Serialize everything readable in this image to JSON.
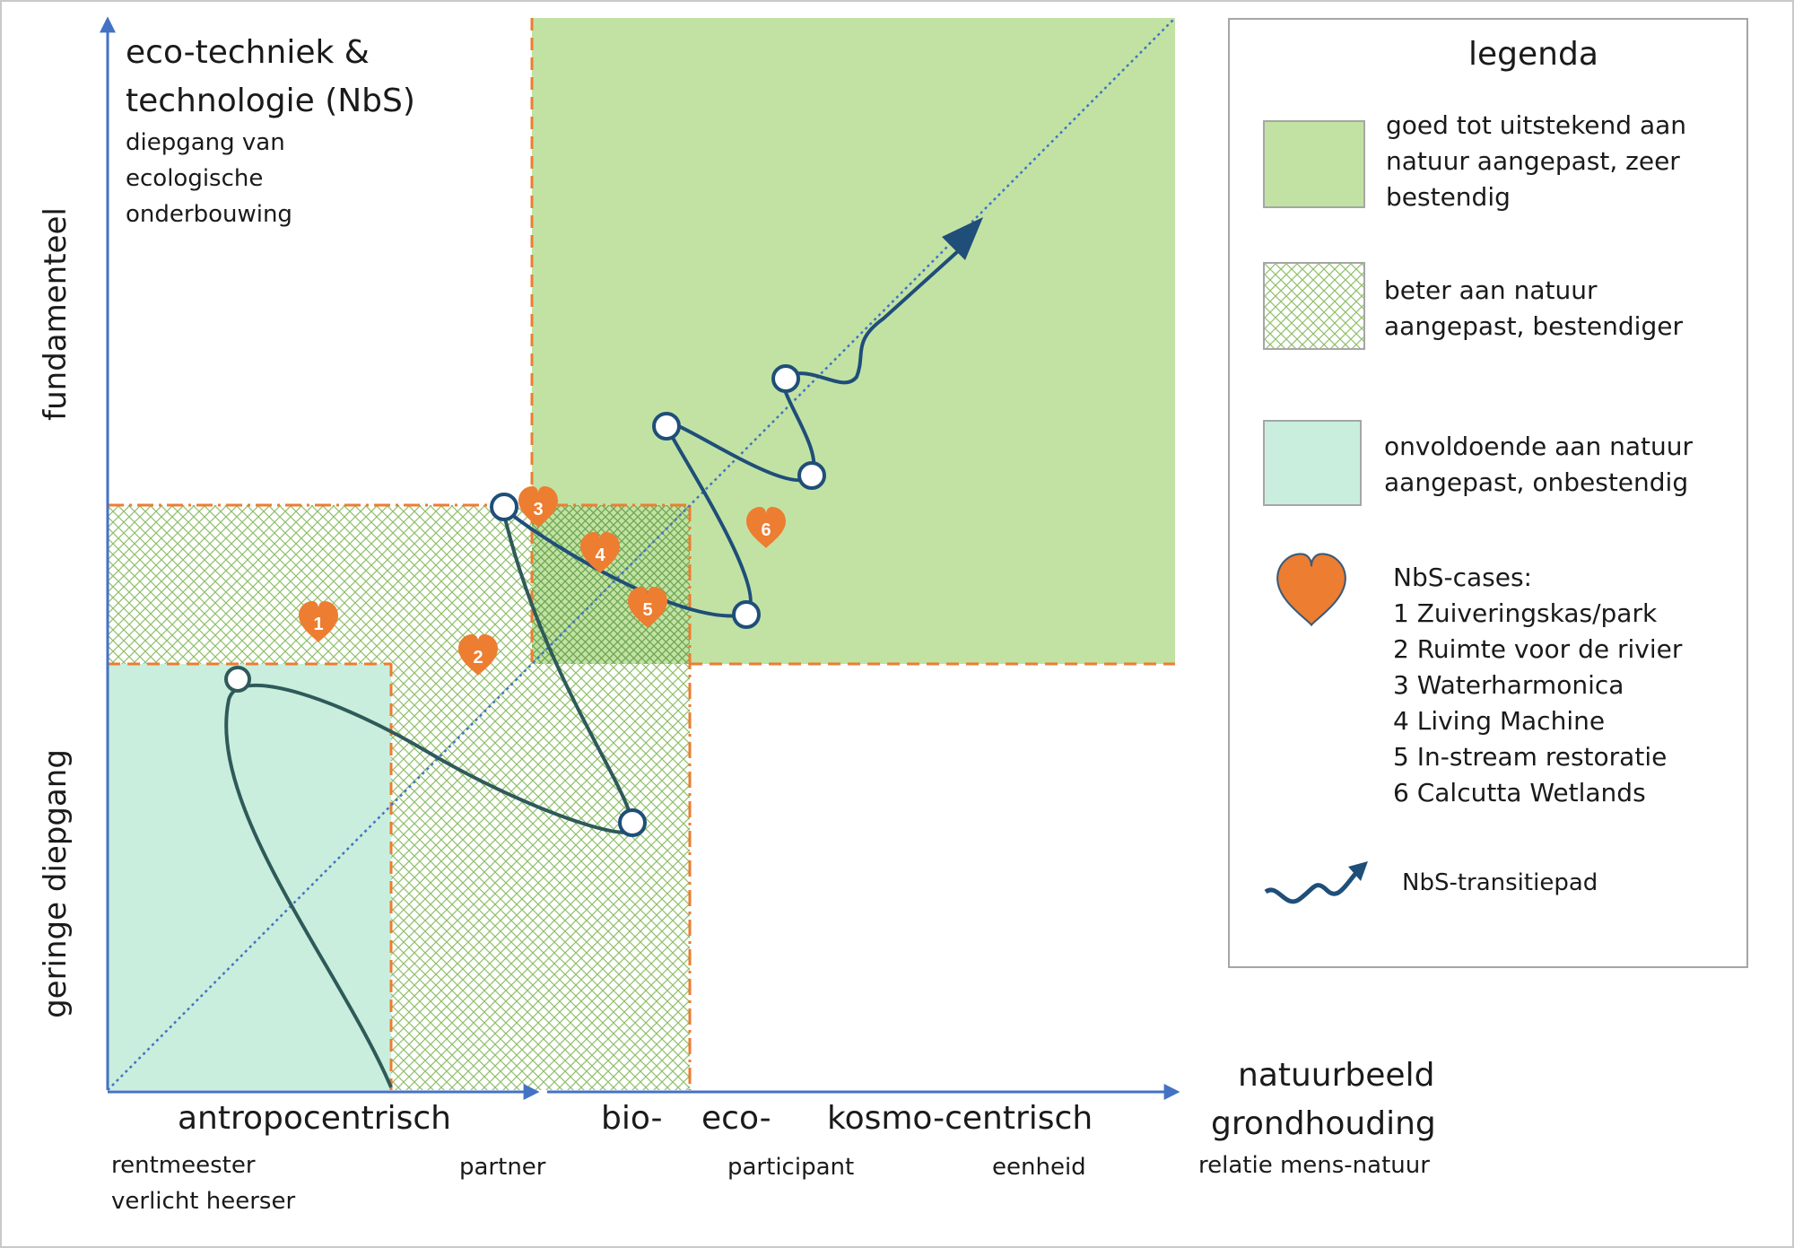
{
  "title_lines": [
    "eco-techniek &",
    "technologie (NbS)"
  ],
  "subtitle_lines": [
    "diepgang van",
    "ecologische",
    "onderbouwing"
  ],
  "y_axis": {
    "top_label": "fundamenteel",
    "bottom_label": "geringe diepgang"
  },
  "x_axis": {
    "antropocentrisch": "antropocentrisch",
    "bio": "bio-",
    "eco": "eco-",
    "kosmo": "kosmo-centrisch",
    "title_lines": [
      "natuurbeeld",
      "grondhouding"
    ],
    "relation": "relatie mens-natuur",
    "roles": {
      "rentmeester": "rentmeester",
      "verlicht": "verlicht heerser",
      "partner": "partner",
      "participant": "participant",
      "eenheid": "eenheid"
    }
  },
  "hearts": [
    {
      "id": "heart-1",
      "label": "1"
    },
    {
      "id": "heart-2",
      "label": "2"
    },
    {
      "id": "heart-3",
      "label": "3"
    },
    {
      "id": "heart-4",
      "label": "4"
    },
    {
      "id": "heart-5",
      "label": "5"
    },
    {
      "id": "heart-6",
      "label": "6"
    }
  ],
  "legend": {
    "title": "legenda",
    "green_lines": [
      "goed tot uitstekend aan",
      "natuur aangepast, zeer",
      "bestendig"
    ],
    "hatch_lines": [
      "beter aan natuur",
      "aangepast, bestendiger"
    ],
    "mint_lines": [
      "onvoldoende aan natuur",
      "aangepast, onbestendig"
    ],
    "cases_title": "NbS-cases:",
    "cases": [
      "1 Zuiveringskas/park",
      "2 Ruimte voor de rivier",
      "3 Waterharmonica",
      "4 Living Machine",
      "5 In-stream restoratie",
      "6 Calcutta Wetlands"
    ],
    "path_label": "NbS-transitiepad"
  },
  "colors": {
    "green_zone": "#c2e2a4",
    "mint_zone": "#c9eedd",
    "hatch": "#8fbf6a",
    "orange": "#ed7d31",
    "axis_blue": "#4472c4",
    "path": "#1f4e79",
    "path_teal": "#2f5a5a"
  }
}
